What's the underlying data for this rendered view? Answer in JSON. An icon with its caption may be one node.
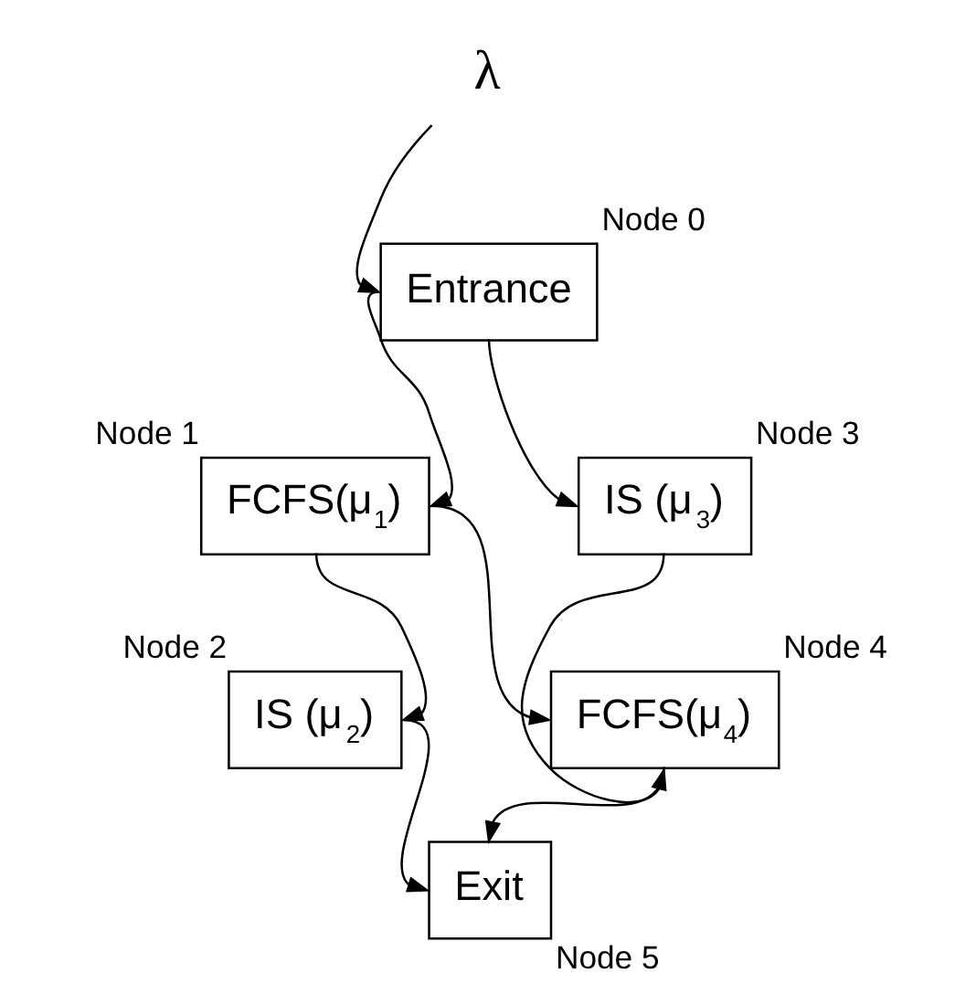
{
  "diagram": {
    "nodes": [
      {
        "text": [
          "λ"
        ]
      },
      {
        "text": [
          "Entrance"
        ],
        "beside": [
          "Node 0"
        ]
      },
      {
        "text": [
          "FCFS(μ$_{1}$)"
        ],
        "beside": [
          "Node 1"
        ]
      },
      {
        "text": [
          "IS (μ$_{3}$)"
        ],
        "beside": [
          "Node 3"
        ]
      },
      {
        "text": [
          "IS (μ$_{2}$)"
        ],
        "beside": [
          "Node 2"
        ]
      },
      {
        "text": [
          "FCFS(μ$_{4}$)"
        ],
        "beside": [
          "Node 4"
        ]
      },
      {
        "text": [
          "Exit"
        ],
        "beside": [
          "Node 5"
        ]
      }
    ],
    "edges": [
      {
        "from": 0,
        "to": 1,
        "arrow": "to"
      },
      {
        "from": 1,
        "to": 2,
        "arrow": "to"
      },
      {
        "from": 1,
        "to": 3,
        "arrow": "to"
      },
      {
        "from": 2,
        "to": 4,
        "arrow": "to"
      },
      {
        "from": 2,
        "to": 5,
        "arrow": "to"
      },
      {
        "from": 3,
        "to": 5,
        "arrow": "to"
      },
      {
        "from": 4,
        "to": 6,
        "arrow": "to"
      },
      {
        "from": 5,
        "to": 6,
        "arrow": "to"
      }
    ]
  }
}
